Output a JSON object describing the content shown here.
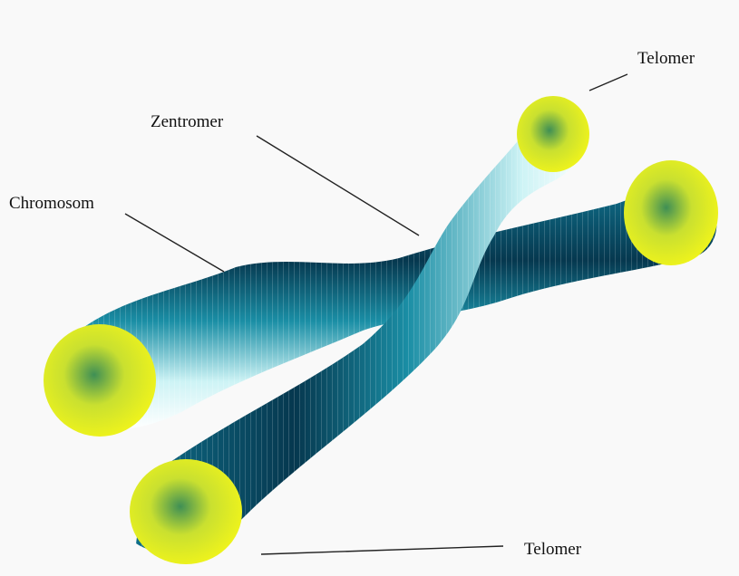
{
  "labels": {
    "telomer_top": "Telomer",
    "zentromer": "Zentromer",
    "chromosom": "Chromosom",
    "telomer_bottom": "Telomer"
  },
  "colors": {
    "background": "#f9f9f9",
    "chromatid_dark": "#06384f",
    "chromatid_mid": "#1a8ea5",
    "chromatid_light": "#cdf3f5",
    "telomere_yellow": "#f2f51a"
  }
}
